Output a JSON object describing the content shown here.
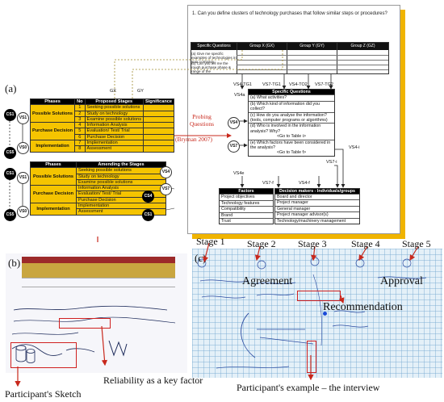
{
  "panel_labels": {
    "a": "(a)",
    "b": "(b)",
    "c": "(c)"
  },
  "sheet": {
    "question": "1.   Can you define clusters of technology purchases that follow similar steps or procedures?",
    "table_headers": [
      "Specific Questions",
      "Group X (GX)",
      "Group Y (GY)",
      "Group Z (GZ)"
    ],
    "table_rows": [
      "(a) Give me specific examples of technologies in your company.",
      "(b) Can you tell me the rough purchase phase & range of the"
    ]
  },
  "connectors": {
    "gx": "GX",
    "gy": "GY"
  },
  "vs_labels": {
    "tg1": "VS4-TG1",
    "tg2_a": "VS7-TG1",
    "to2": "VS4-TO2",
    "tg2_b": "VS7-TG2",
    "vs4a": "VS4a",
    "vs4": "VS4",
    "vs7": "VS7",
    "vs4i": "VS4-i",
    "vs7i": "VS7-i",
    "vs4e": "VS4e",
    "vs7f": "VS7-f",
    "vs4f": "VS4-f"
  },
  "probing": {
    "line1": "Probing",
    "line2": "Questions",
    "citation": "(Bryman 2007)"
  },
  "stages_table_1": {
    "headers": [
      "Phases",
      "No",
      "Proposed Stages",
      "Significance"
    ],
    "phases": [
      "Possible Solutions",
      "Purchase Decision",
      "Implementation"
    ],
    "rows": [
      {
        "no": "1",
        "stage": "Seeking possible solutions"
      },
      {
        "no": "2",
        "stage": "Study on technology"
      },
      {
        "no": "3",
        "stage": "Examine possible solutions"
      },
      {
        "no": "4",
        "stage": "Information Analysis"
      },
      {
        "no": "5",
        "stage": "Evaluation/ Test/ Trial"
      },
      {
        "no": "6",
        "stage": "Purchase Decision"
      },
      {
        "no": "7",
        "stage": "Implementation"
      },
      {
        "no": "8",
        "stage": "Assessment"
      }
    ]
  },
  "stages_table_2": {
    "headers": [
      "Phases",
      "Amending the Stages"
    ],
    "phases": [
      "Possible Solutions",
      "Purchase Decision",
      "Implementation"
    ],
    "rows": [
      "Seeking possible solutions",
      "Study on technology",
      "Examine possible solutions",
      "Information Analysis",
      "Evaluation/ Test/ Trial",
      "Purchase Decision",
      "Implementation",
      "Assessment"
    ]
  },
  "case_markers": {
    "cs1": "CS1",
    "vs1": "VS1",
    "cs5": "CS5",
    "cs1b": "CS1",
    "vs1b": "VS1",
    "cs5b": "CS5",
    "vs0": "VS0",
    "vs4": "VS4",
    "vs7": "VS7",
    "cs4": "CS4",
    "cs1c": "CS1"
  },
  "specific_questions": {
    "header": "Specific Questions",
    "rows": [
      "(a) What activities?",
      "(b) Which kind of information did you collect?",
      "(c) How do you analyse the information? (tools, computer programs or algorithms)",
      "(d) Who is involved in the information analysis?  Why?",
      "<Go to Table i>",
      "(e) Which factors have been considered in the analysis?",
      "<Go to Table f>"
    ]
  },
  "factors": {
    "header": "Factors",
    "rows": [
      "Project objectives",
      "Technology features",
      "Compatibility",
      "Brand",
      "Trust"
    ]
  },
  "decision_makers": {
    "header": "Decision makers - Individuals/groups",
    "rows": [
      "Board and director",
      "Project manager",
      "General manager",
      "Project manager advisor(s)",
      "Technology/machinery management"
    ]
  },
  "stages": [
    "Stage 1",
    "Stage 2",
    "Stage 3",
    "Stage 4",
    "Stage 5"
  ],
  "annotations": {
    "agreement": "Agreement",
    "approval": "Approval",
    "recommendation": "Recommendation",
    "reliability": "Reliability as a key factor",
    "sketch": "Participant's Sketch",
    "example": "Participant's example – the interview"
  }
}
